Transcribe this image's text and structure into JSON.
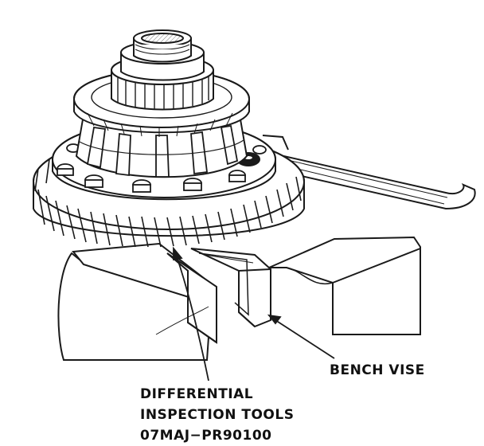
{
  "labels": {
    "bench_vise": "BENCH VISE",
    "tools_line1": "DIFFERENTIAL",
    "tools_line2": "INSPECTION TOOLS",
    "tools_line3": "07MAJ−PR90100"
  },
  "colors": {
    "ink": "#1a1a1a",
    "paper": "#ffffff",
    "shade": "#bdbdbd"
  }
}
